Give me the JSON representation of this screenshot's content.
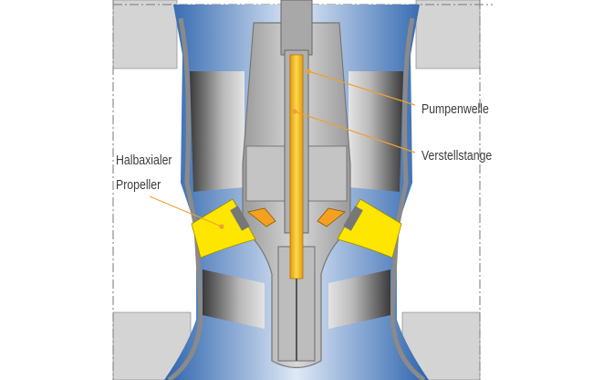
{
  "labels": {
    "pump_shaft": "Pumpenwelle",
    "adjusting_rod": "Verstellstange",
    "propeller_line1": "Halbaxialer",
    "propeller_line2": "Propeller"
  },
  "colors": {
    "casing_blue": "#2f6bb5",
    "metal_gray": "#c8c8c8",
    "propeller_yellow": "#ffe600",
    "rod_orange": "#f5a623",
    "leader_orange": "#f0a030"
  }
}
